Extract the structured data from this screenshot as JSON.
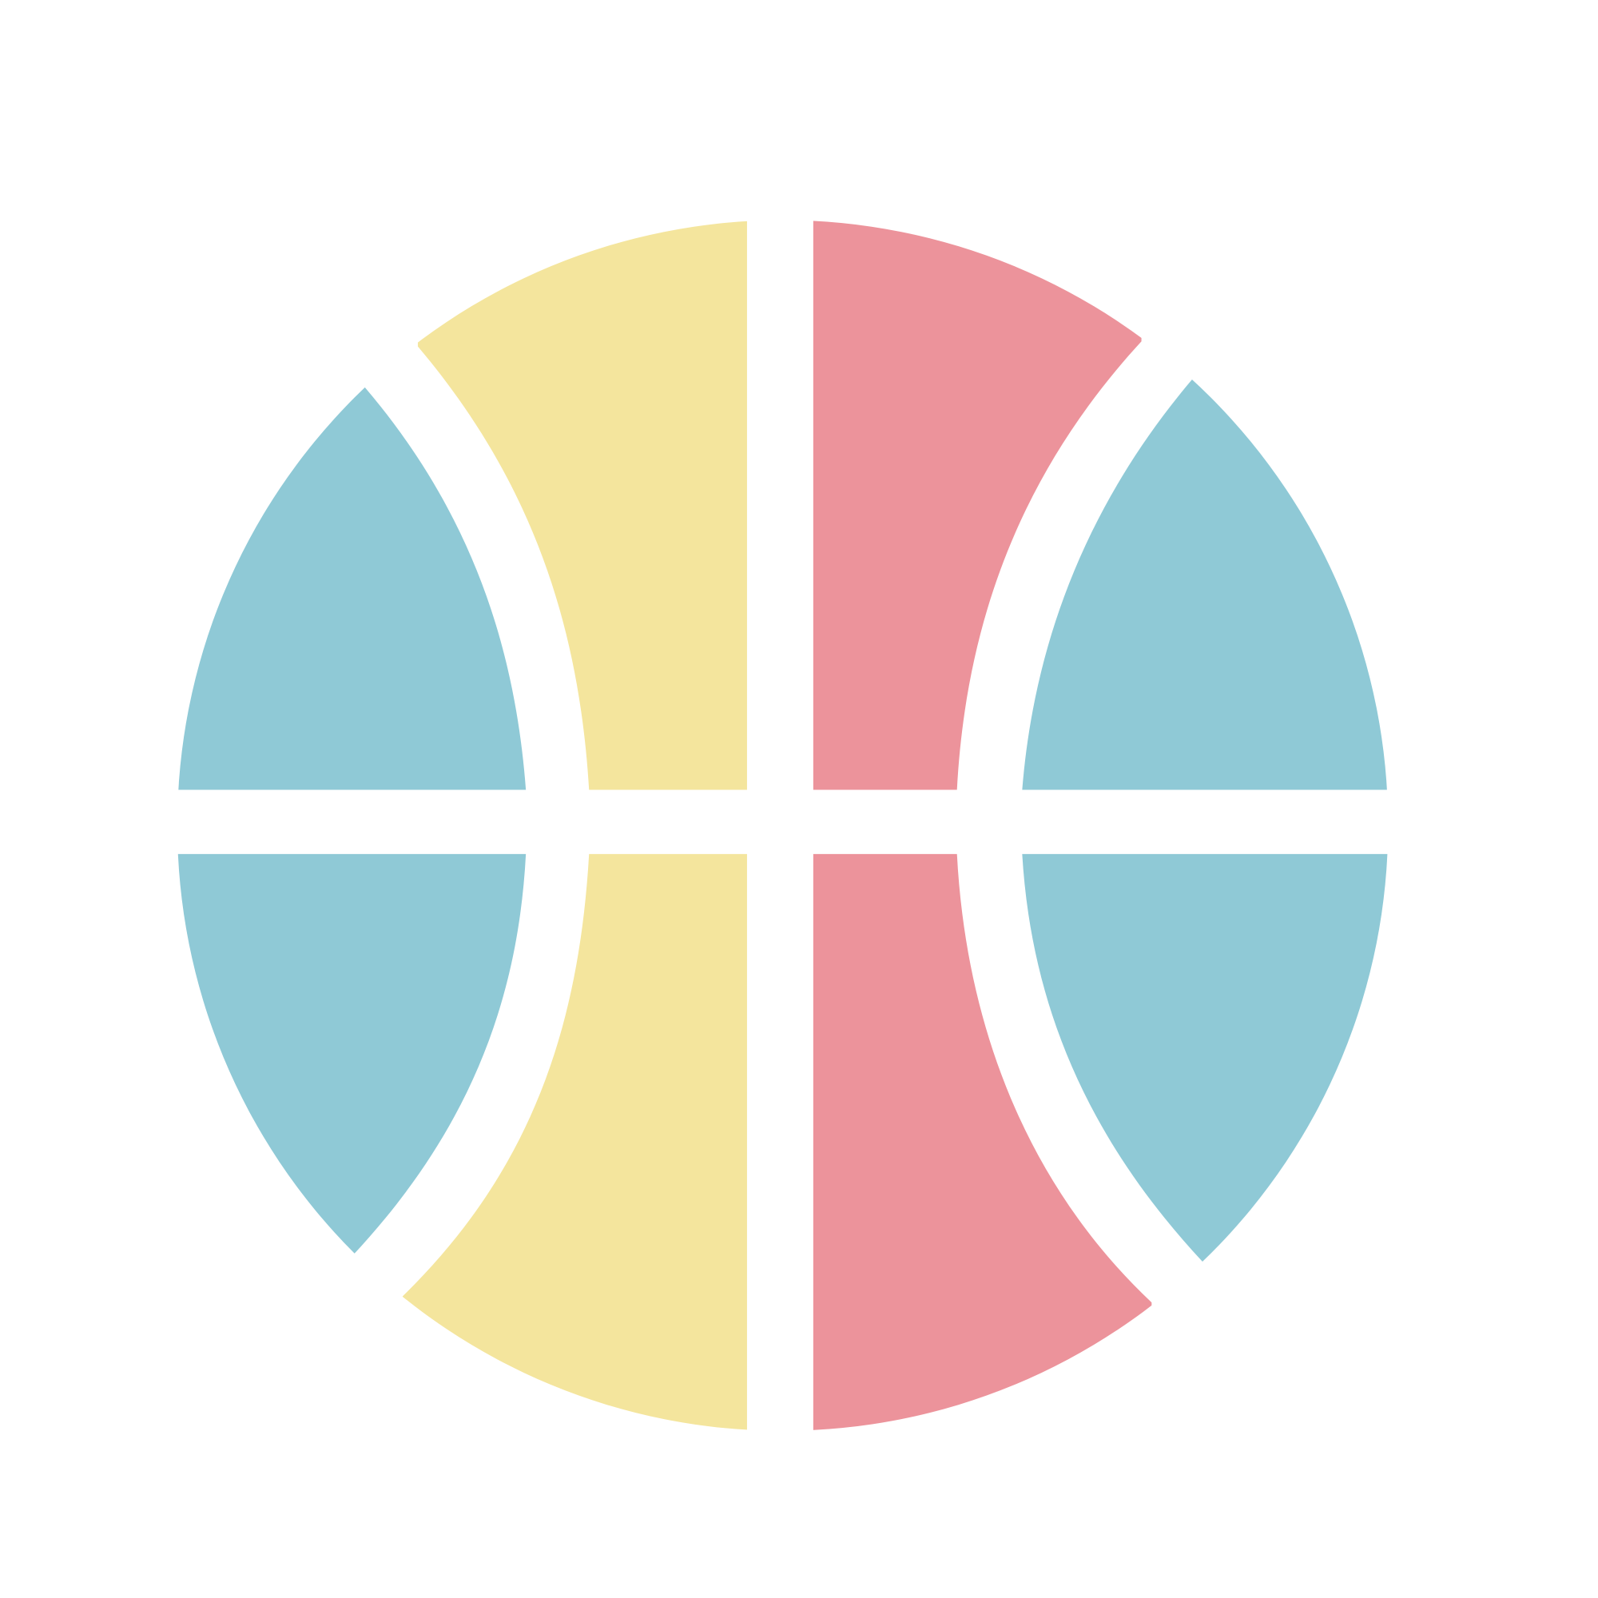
{
  "logo": {
    "icon": "basketball-icon",
    "segments": [
      {
        "name": "left-top-segment",
        "color": "#8fc9d6"
      },
      {
        "name": "left-bottom-segment",
        "color": "#8fc9d6"
      },
      {
        "name": "center-left-top-segment",
        "color": "#f4e59d"
      },
      {
        "name": "center-left-bottom-segment",
        "color": "#f4e59d"
      },
      {
        "name": "center-right-top-segment",
        "color": "#ec939b"
      },
      {
        "name": "center-right-bottom-segment",
        "color": "#ec939b"
      },
      {
        "name": "right-top-segment",
        "color": "#8fc9d6"
      },
      {
        "name": "right-bottom-segment",
        "color": "#8fc9d6"
      }
    ],
    "seam_color": "#ffffff",
    "background": "#ffffff"
  }
}
